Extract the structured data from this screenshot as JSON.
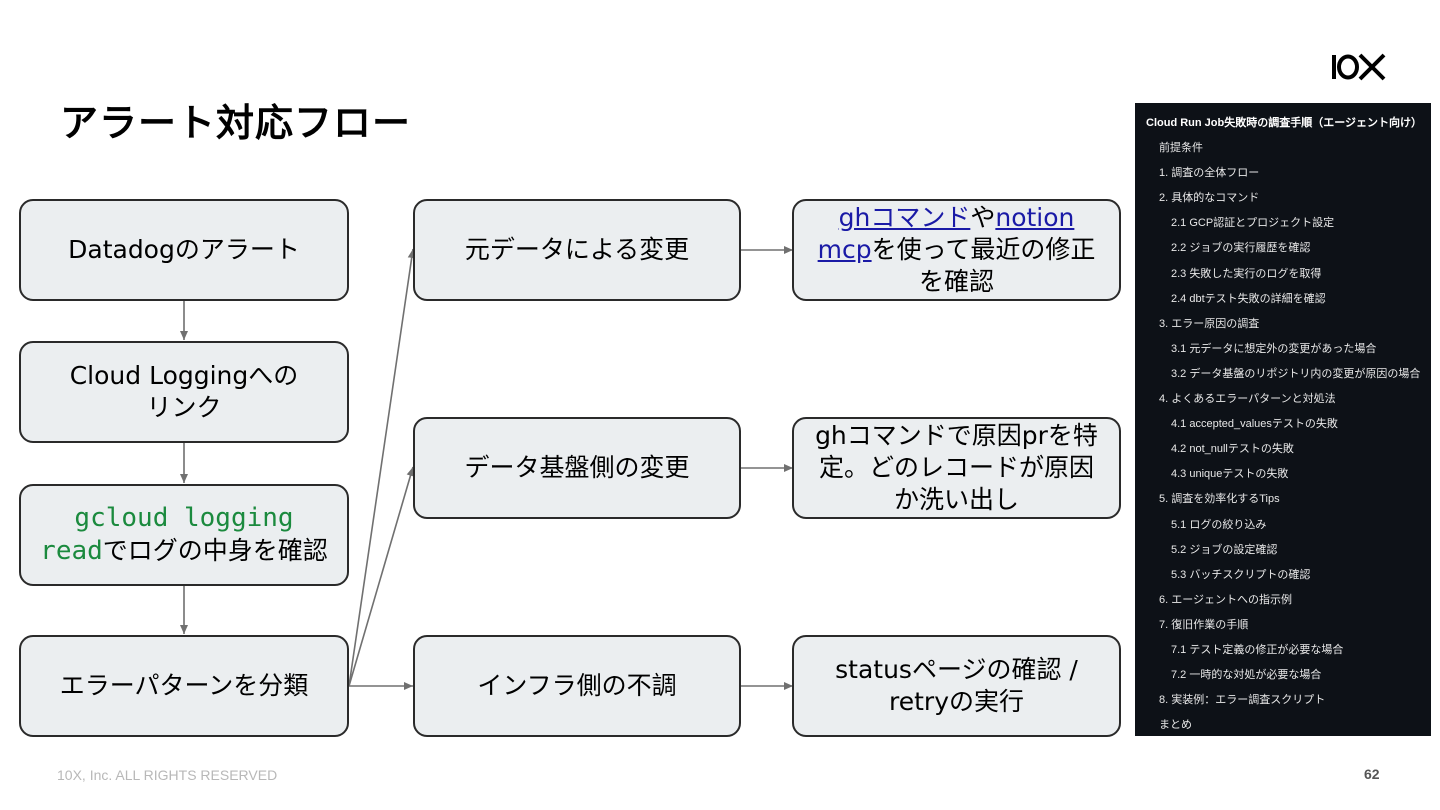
{
  "slide": {
    "title": "アラート対応フロー",
    "footer": "10X, Inc. ALL RIGHTS RESERVED",
    "page_number": "62"
  },
  "flow": {
    "datadog_alert": "Datadogのアラート",
    "cloud_logging_link": "Cloud Loggingへのリンク",
    "gcloud_cmd": "gcloud logging read",
    "gcloud_suffix": "でログの中身を確認",
    "classify_errors": "エラーパターンを分類",
    "source_data_change": "元データによる変更",
    "platform_change": "データ基盤側の変更",
    "infra_issue": "インフラ側の不調",
    "gh_link": "ghコマンド",
    "or_text": "や",
    "notion_link": "notion mcp",
    "check_recent_fix": "を使って最近の修正を確認",
    "gh_identify_pr": "ghコマンドで原因prを特定。どのレコードが原因か洗い出し",
    "status_retry": "statusページの確認 / retryの実行"
  },
  "toc": {
    "title": "Cloud Run Job失敗時の調査手順（エージェント向け）",
    "items": [
      {
        "text": "前提条件",
        "level": 1
      },
      {
        "text": "1. 調査の全体フロー",
        "level": 1
      },
      {
        "text": "2. 具体的なコマンド",
        "level": 1
      },
      {
        "text": "2.1 GCP認証とプロジェクト設定",
        "level": 2
      },
      {
        "text": "2.2 ジョブの実行履歴を確認",
        "level": 2
      },
      {
        "text": "2.3 失敗した実行のログを取得",
        "level": 2
      },
      {
        "text": "2.4 dbtテスト失敗の詳細を確認",
        "level": 2
      },
      {
        "text": "3. エラー原因の調査",
        "level": 1
      },
      {
        "text": "3.1 元データに想定外の変更があった場合",
        "level": 2
      },
      {
        "text": "3.2 データ基盤のリポジトリ内の変更が原因の場合",
        "level": 2
      },
      {
        "text": "4. よくあるエラーパターンと対処法",
        "level": 1
      },
      {
        "text": "4.1 accepted_valuesテストの失敗",
        "level": 2
      },
      {
        "text": "4.2 not_nullテストの失敗",
        "level": 2
      },
      {
        "text": "4.3 uniqueテストの失敗",
        "level": 2
      },
      {
        "text": "5. 調査を効率化するTips",
        "level": 1
      },
      {
        "text": "5.1 ログの絞り込み",
        "level": 2
      },
      {
        "text": "5.2 ジョブの設定確認",
        "level": 2
      },
      {
        "text": "5.3 バッチスクリプトの確認",
        "level": 2
      },
      {
        "text": "6. エージェントへの指示例",
        "level": 1
      },
      {
        "text": "7. 復旧作業の手順",
        "level": 1
      },
      {
        "text": "7.1 テスト定義の修正が必要な場合",
        "level": 2
      },
      {
        "text": "7.2 一時的な対処が必要な場合",
        "level": 2
      },
      {
        "text": "8. 実装例：エラー調査スクリプト",
        "level": 1
      },
      {
        "text": "まとめ",
        "level": 1
      }
    ]
  }
}
